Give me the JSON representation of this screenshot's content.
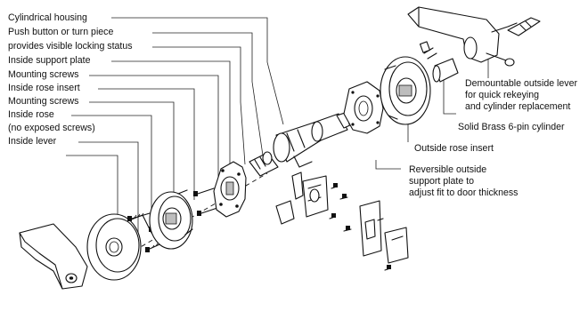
{
  "labels": {
    "cylindrical_housing": "Cylindrical housing",
    "push_button": "Push button or turn piece",
    "visible_status": "provides visible locking status",
    "inside_support_plate": "Inside support plate",
    "mounting_screws_1": "Mounting screws",
    "inside_rose_insert": "Inside rose insert",
    "mounting_screws_2": "Mounting screws",
    "inside_rose": "Inside rose",
    "no_exposed_screws": "(no exposed screws)",
    "inside_lever": "Inside lever",
    "demountable_1": "Demountable outside lever",
    "demountable_2": "for quick rekeying",
    "demountable_3": "and cylinder replacement",
    "cylinder": "Solid Brass 6-pin cylinder",
    "outside_rose_insert": "Outside rose insert",
    "reversible_1": "Reversible outside",
    "reversible_2": "support plate to",
    "reversible_3": "adjust fit to door thickness"
  }
}
